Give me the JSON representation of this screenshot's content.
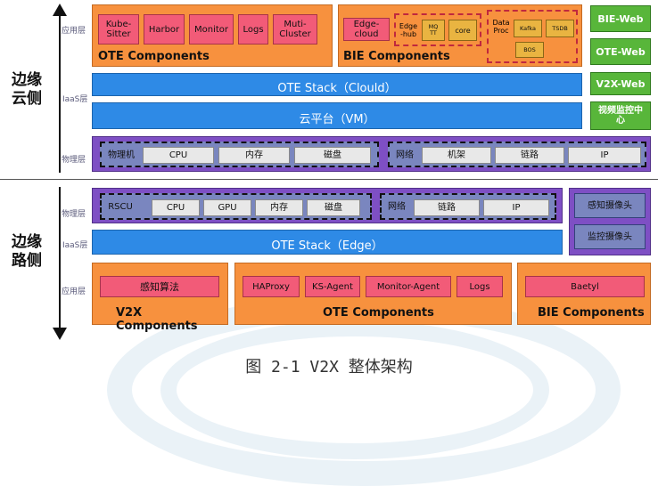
{
  "cloud": {
    "side_title": "边缘\n云侧",
    "layers": {
      "app": "应用层",
      "iaas": "IaaS层",
      "phys": "物理层"
    },
    "ote": {
      "title": "OTE Components",
      "items": [
        "Kube-\nSitter",
        "Harbor",
        "Monitor",
        "Logs",
        "Muti-\nCluster"
      ]
    },
    "bie": {
      "title": "BIE Components",
      "edge_cloud": "Edge-cloud",
      "edge_hub": "Edge\n-hub",
      "mqtt": "MQ\nTT",
      "core": "core",
      "data_proc": "Data\nProc",
      "kafka": "Kafka",
      "tsdb": "TSDB",
      "bos": "BOS"
    },
    "right": [
      "BIE-Web",
      "OTE-Web",
      "V2X-Web",
      "视频监控中\n心"
    ],
    "stack": "OTE Stack（Clould）",
    "vm": "云平台（VM）",
    "phys": {
      "machine_label": "物理机",
      "machine": [
        "CPU",
        "内存",
        "磁盘"
      ],
      "net_label": "网络",
      "net": [
        "机架",
        "链路",
        "IP"
      ]
    }
  },
  "edge": {
    "side_title": "边缘\n路侧",
    "layers": {
      "phys": "物理层",
      "iaas": "IaaS层",
      "app": "应用层"
    },
    "rscu": {
      "label": "RSCU",
      "items": [
        "CPU",
        "GPU",
        "内存",
        "磁盘"
      ],
      "net_label": "网络",
      "net": [
        "链路",
        "IP"
      ]
    },
    "cameras": [
      "感知摄像头",
      "监控摄像头"
    ],
    "stack": "OTE Stack（Edge）",
    "v2x": {
      "title": "V2X Components",
      "item": "感知算法"
    },
    "ote": {
      "title": "OTE Components",
      "items": [
        "HAProxy",
        "KS-Agent",
        "Monitor-Agent",
        "Logs"
      ]
    },
    "bie": {
      "title": "BIE Components",
      "item": "Baetyl"
    }
  },
  "caption": "图 2-1 V2X 整体架构"
}
